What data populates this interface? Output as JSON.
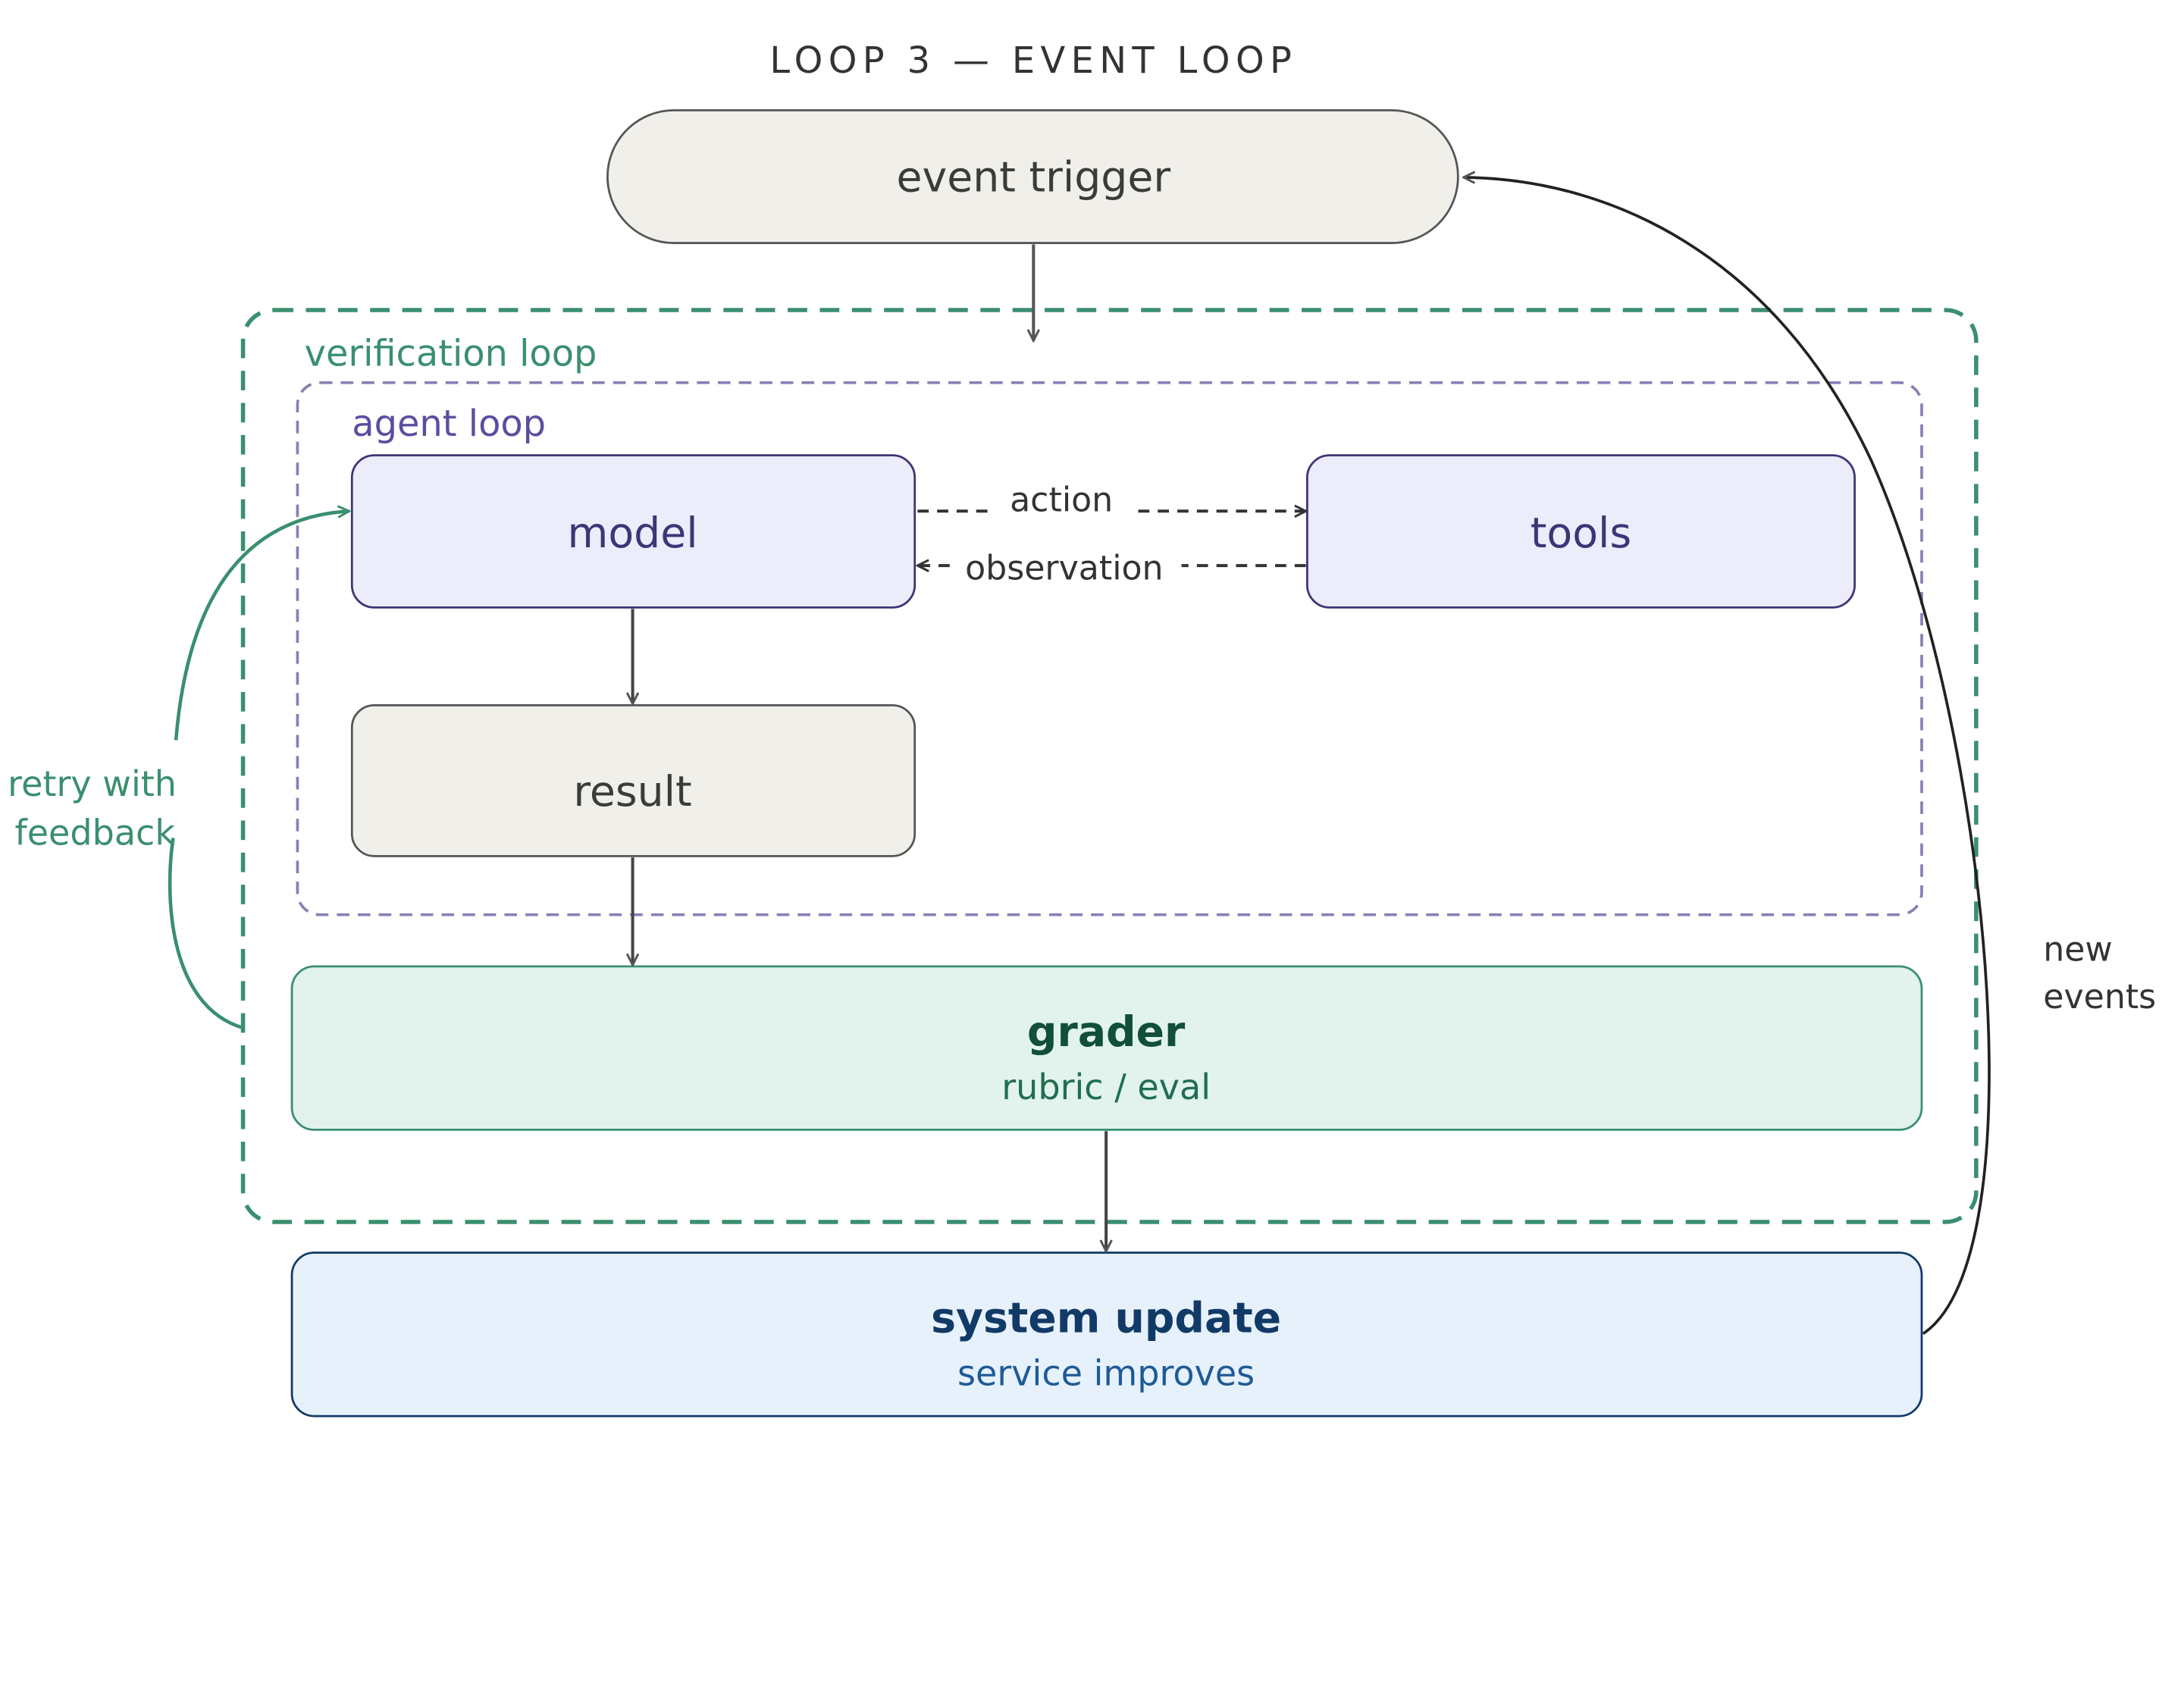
{
  "title": "LOOP 3 — EVENT LOOP",
  "nodes": {
    "event_trigger": "event trigger",
    "model": "model",
    "tools": "tools",
    "result": "result",
    "grader": "grader",
    "grader_sub": "rubric / eval",
    "system_update": "system update",
    "system_update_sub": "service improves"
  },
  "groups": {
    "verification_loop": "verification loop",
    "agent_loop": "agent loop"
  },
  "edges": {
    "action": "action",
    "observation": "observation",
    "retry_line1": "retry with",
    "retry_line2": "feedback",
    "new_events_line1": "new",
    "new_events_line2": "events"
  },
  "colors": {
    "verification_green": "#3a8f6e",
    "agent_purple": "#8a7fb5",
    "model_fill": "#ececfb",
    "model_text": "#3d3575",
    "neutral_fill": "#f1efea",
    "neutral_text": "#3b3b3b",
    "grader_fill": "#e1f3ec",
    "grader_text": "#114f3a",
    "update_fill": "#e6f1fb",
    "update_text": "#123a66"
  }
}
